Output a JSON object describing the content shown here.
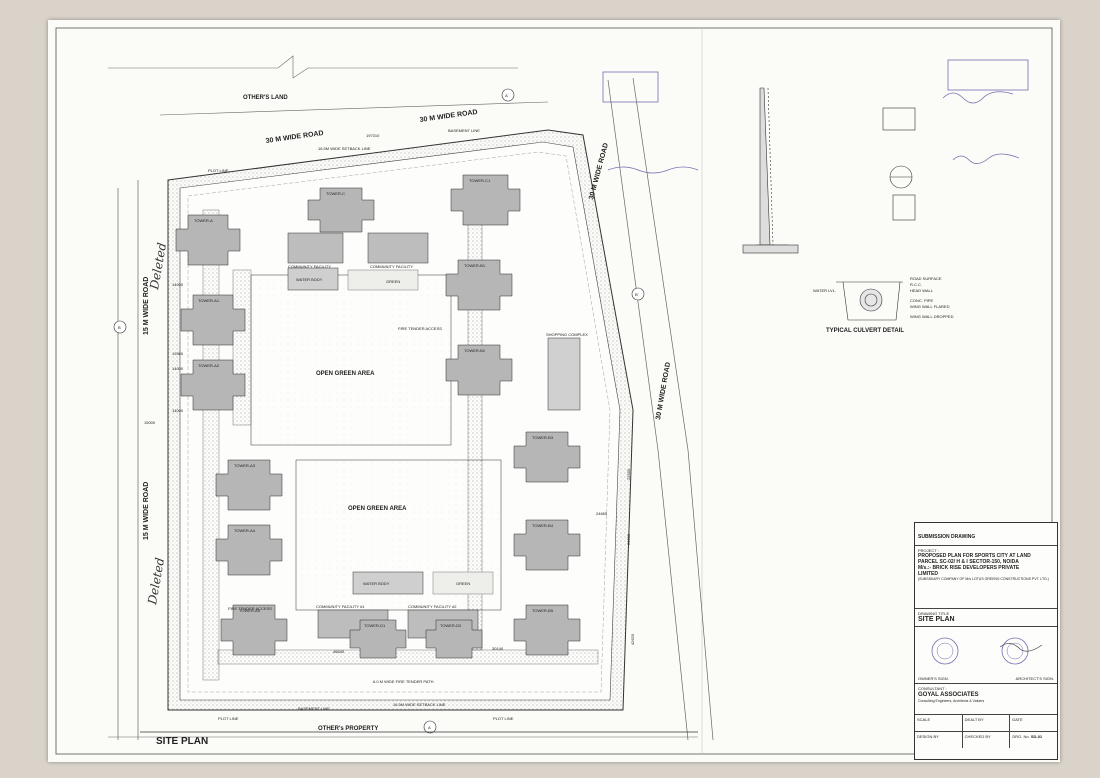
{
  "drawing": {
    "plan_title": "SITE PLAN",
    "surroundings": {
      "top_land": "OTHER'S LAND",
      "bottom_land": "OTHER's PROPERTY"
    },
    "roads": {
      "north_a": "30 M WIDE ROAD",
      "north_b": "30 M WIDE ROAD",
      "east_upper": "30 M WIDE ROAD",
      "east_lower": "30 M WIDE ROAD",
      "west_upper": "15 M WIDE ROAD",
      "west_lower": "15 M WIDE ROAD"
    },
    "lines": {
      "plot_line": "PLOT LINE",
      "basement_line": "BASEMENT LINE",
      "setback_line": "16.5M WIDE SETBACK LINE",
      "fire_tender": "FIRE TENDER ACCESS",
      "fire_tender_path": "6.0 M WIDE FIRE TENDER PATH"
    },
    "areas": {
      "green_upper": "OPEN GREEN AREA",
      "green_lower": "OPEN GREEN AREA",
      "water_body_upper": "WATER BODY",
      "water_body_lower": "WATER BODY",
      "green_small_upper": "GREEN",
      "green_small_lower": "GREEN",
      "community_1": "COMMUNITY FACILITY",
      "community_2": "COMMUNITY FACILITY",
      "community_3": "COMMUNITY FACILITY #1",
      "community_4": "COMMUNITY FACILITY #2",
      "shopping": "SHOPPING COMPLEX"
    },
    "towers": {
      "west_1": "TOWER-A",
      "west_2": "TOWER-A1",
      "west_3": "TOWER-A2",
      "west_4": "TOWER-A3",
      "west_5": "TOWER-A4",
      "west_6": "TOWER-A5",
      "east_1": "TOWER-B1",
      "east_2": "TOWER-B2",
      "east_3": "TOWER-B3",
      "east_4": "TOWER-B4",
      "east_5": "TOWER-B5",
      "north_1": "TOWER-C",
      "north_2": "TOWER-C1",
      "south_1": "TOWER-D1",
      "south_2": "TOWER-D2"
    },
    "dimensions": {
      "top": "197310",
      "west_a": "19360",
      "west_b": "14000",
      "west_c": "14000",
      "west_d": "15000",
      "west_e": "14000",
      "east_a": "22530",
      "east_b": "24665",
      "east_c": "21500",
      "east_d": "42620",
      "south_a": "46640",
      "south_b": "30140"
    },
    "grid_markers": [
      "A",
      "A'",
      "B",
      "B'"
    ],
    "handwritten": {
      "north_left": "Deleted",
      "south_left": "Deleted"
    }
  },
  "details": {
    "culvert": {
      "title": "TYPICAL CULVERT DETAIL",
      "notes": [
        "ROAD SURFACE",
        "R.C.C.",
        "HEAD WALL",
        "CONC. PIPE",
        "WING WALL FLARED",
        "WING WALL DROPPED"
      ],
      "water_level": "WATER LVL."
    }
  },
  "title_block": {
    "header": "SUBMISSION DRAWING",
    "project_label": "PROJECT :",
    "project_line1": "PROPOSED PLAN FOR SPORTS CITY AT LAND",
    "project_line2": "PARCEL SC-02/ H & I SECTOR-150, NOIDA",
    "project_line3": "M/s.:- BRICK RISE DEVELOPERS PRIVATE",
    "project_line4": "LIMITED",
    "project_line5": "(SUBSIDIARY COMPANY OF M/s LOTUS GREENS CONSTRUCTIONS PVT. LTD.)",
    "drawing_title_label": "DRAWING TITLE",
    "drawing_title": "SITE PLAN",
    "owner_sign_label": "OWNER'S SIGN.",
    "architect_sign_label": "ARCHITECT'S SIGN.",
    "consultant_label": "CONSULTANT :",
    "consultant_name": "GOYAL ASSOCIATES",
    "consultant_sub": "Consulting Engineers, Architects & Valuers",
    "scale_label": "SCALE",
    "dealt_by_label": "DEALT BY",
    "date_label": "DATE",
    "designed_by_label": "DESIGN BY",
    "checked_by_label": "CHECKED BY",
    "drg_no_label": "DRG. No.",
    "drg_no": "SD-01"
  }
}
